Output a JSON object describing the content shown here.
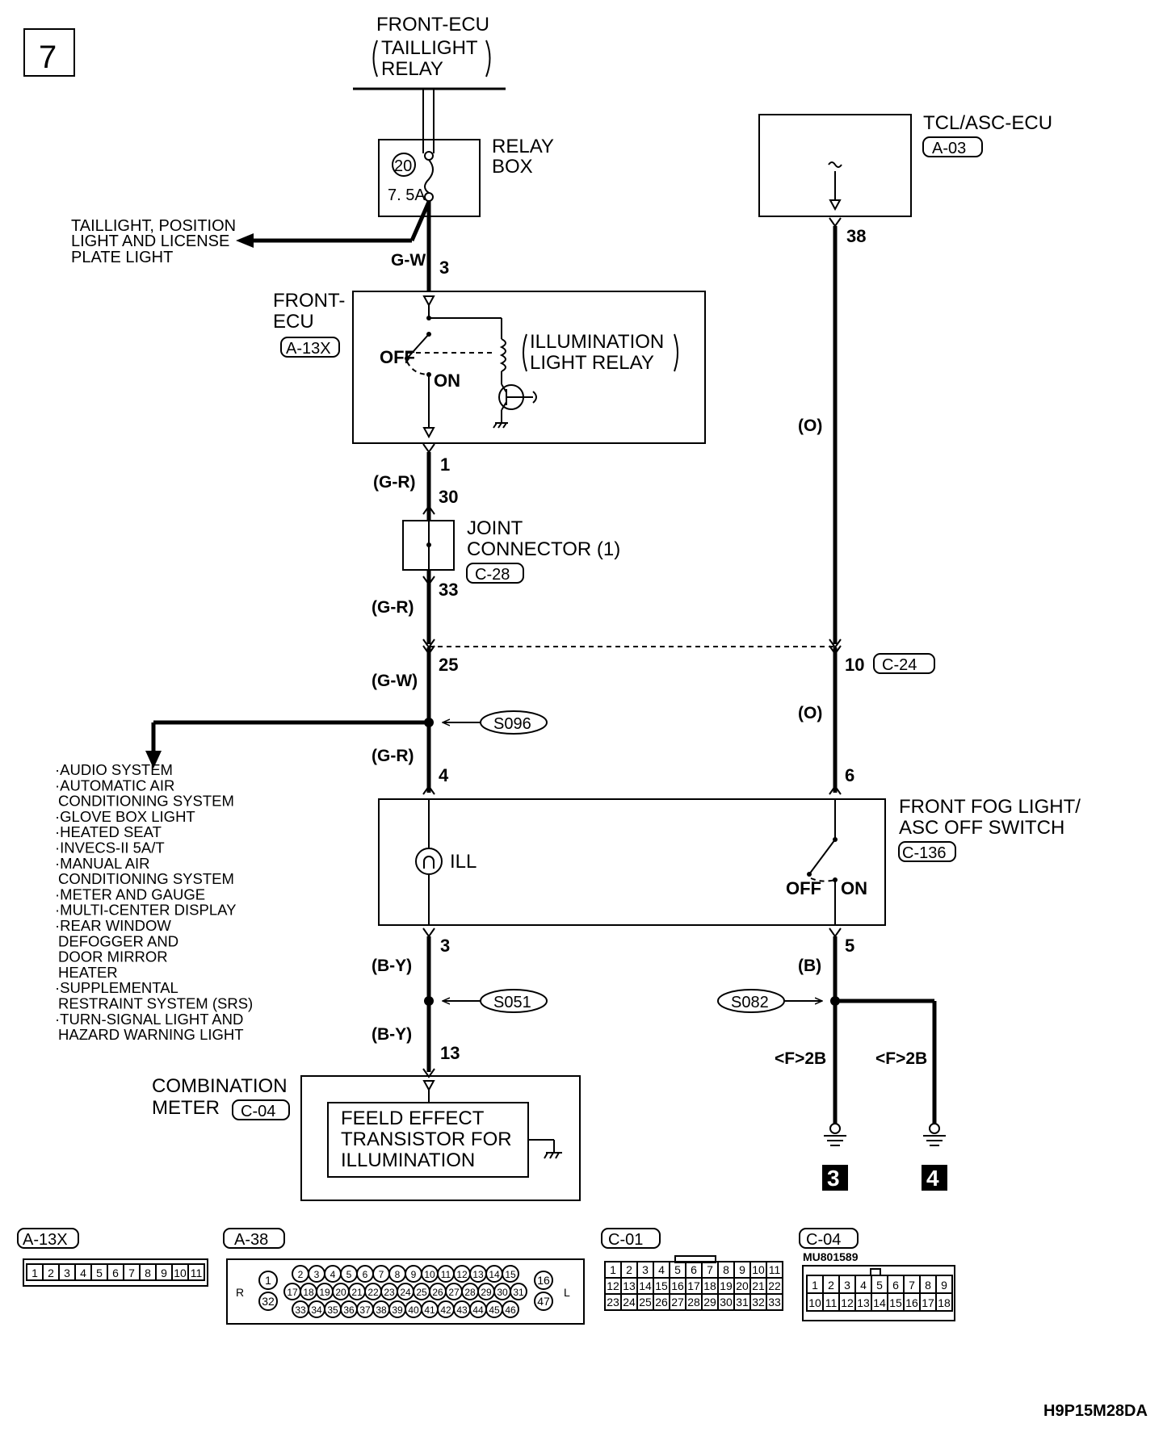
{
  "page_number": "7",
  "figure_code": "H9P15M28DA",
  "top_source": {
    "name": "FRONT-ECU",
    "sub1": "TAILLIGHT",
    "sub2": "RELAY"
  },
  "relay_box": {
    "title1": "RELAY",
    "title2": "BOX",
    "fuse_number": "20",
    "fuse_rating": "7. 5A"
  },
  "taillight_branch": {
    "line1": "TAILLIGHT, POSITION",
    "line2": "LIGHT AND LICENSE",
    "line3": "PLATE LIGHT"
  },
  "front_ecu": {
    "title1": "FRONT-",
    "title2": "ECU",
    "connector": "A-13X",
    "relay_line1": "ILLUMINATION",
    "relay_line2": "LIGHT RELAY",
    "off_label": "OFF",
    "on_label": "ON"
  },
  "joint_connector": {
    "line1": "JOINT",
    "line2": "CONNECTOR (1)",
    "connector": "C-28"
  },
  "tcl_asc_ecu": {
    "title": "TCL/ASC-ECU",
    "connector": "A-03"
  },
  "inline_connector": "C-24",
  "splices": {
    "s096": "S096",
    "s051": "S051",
    "s082": "S082"
  },
  "wire_colors": {
    "gw1": "G-W",
    "gr1": "(G-R)",
    "gr2": "(G-R)",
    "gw2": "(G-W)",
    "gr3": "(G-R)",
    "by1": "(B-Y)",
    "by2": "(B-Y)",
    "o1": "(O)",
    "o2": "(O)",
    "b1": "(B)"
  },
  "pins": {
    "p3a": "3",
    "p1": "1",
    "p30": "30",
    "p33": "33",
    "p25": "25",
    "p4": "4",
    "p3b": "3",
    "p13": "13",
    "p38": "38",
    "p10": "10",
    "p6": "6",
    "p5": "5"
  },
  "switch": {
    "title1": "FRONT FOG LIGHT/",
    "title2": "ASC OFF SWITCH",
    "connector": "C-136",
    "ill": "ILL",
    "off_label": "OFF",
    "on_label": "ON"
  },
  "combination_meter": {
    "title1": "COMBINATION",
    "title2": "METER",
    "connector": "C-04",
    "inner1": "FEELD EFFECT",
    "inner2": "TRANSISTOR FOR",
    "inner3": "ILLUMINATION"
  },
  "grounds": {
    "code_a": "<F>2B",
    "code_b": "<F>2B",
    "num_a": "3",
    "num_b": "4"
  },
  "system_list": [
    {
      "l1": "·AUDIO SYSTEM",
      "l2": ""
    },
    {
      "l1": "·AUTOMATIC AIR",
      "l2": "CONDITIONING SYSTEM"
    },
    {
      "l1": "·GLOVE BOX LIGHT",
      "l2": ""
    },
    {
      "l1": "·HEATED SEAT",
      "l2": ""
    },
    {
      "l1": "·INVECS-II 5A/T",
      "l2": ""
    },
    {
      "l1": "·MANUAL AIR",
      "l2": "CONDITIONING SYSTEM"
    },
    {
      "l1": "·METER AND GAUGE",
      "l2": ""
    },
    {
      "l1": "·MULTI-CENTER DISPLAY",
      "l2": ""
    },
    {
      "l1": "·REAR WINDOW",
      "l2": "DEFOGGER AND"
    },
    {
      "l1": "",
      "l2": "DOOR MIRROR"
    },
    {
      "l1": "",
      "l2": "HEATER"
    },
    {
      "l1": "·SUPPLEMENTAL",
      "l2": "RESTRAINT SYSTEM (SRS)"
    },
    {
      "l1": "·TURN-SIGNAL LIGHT AND",
      "l2": "HAZARD WARNING LIGHT"
    }
  ],
  "connector_views": {
    "a13x": {
      "label": "A-13X",
      "pins": [
        "1",
        "2",
        "3",
        "4",
        "5",
        "6",
        "7",
        "8",
        "9",
        "10",
        "11"
      ]
    },
    "a38": {
      "label": "A-38",
      "side_left": "R",
      "side_right": "L",
      "left_pins": [
        "1",
        "32"
      ],
      "right_pins": [
        "16",
        "47"
      ],
      "row1": [
        "2",
        "3",
        "4",
        "5",
        "6",
        "7",
        "8",
        "9",
        "10",
        "11",
        "12",
        "13",
        "14",
        "15"
      ],
      "row2": [
        "17",
        "18",
        "19",
        "20",
        "21",
        "22",
        "23",
        "24",
        "25",
        "26",
        "27",
        "28",
        "29",
        "30",
        "31"
      ],
      "row3": [
        "33",
        "34",
        "35",
        "36",
        "37",
        "38",
        "39",
        "40",
        "41",
        "42",
        "43",
        "44",
        "45",
        "46"
      ]
    },
    "c01": {
      "label": "C-01",
      "row1": [
        "1",
        "2",
        "3",
        "4",
        "5",
        "6",
        "7",
        "8",
        "9",
        "10",
        "11"
      ],
      "row2": [
        "12",
        "13",
        "14",
        "15",
        "16",
        "17",
        "18",
        "19",
        "20",
        "21",
        "22"
      ],
      "row3": [
        "23",
        "24",
        "25",
        "26",
        "27",
        "28",
        "29",
        "30",
        "31",
        "32",
        "33"
      ]
    },
    "c04": {
      "label": "C-04",
      "code": "MU801589",
      "row1": [
        "1",
        "2",
        "3",
        "4",
        "5",
        "6",
        "7",
        "8",
        "9"
      ],
      "row2": [
        "10",
        "11",
        "12",
        "13",
        "14",
        "15",
        "16",
        "17",
        "18"
      ]
    }
  }
}
